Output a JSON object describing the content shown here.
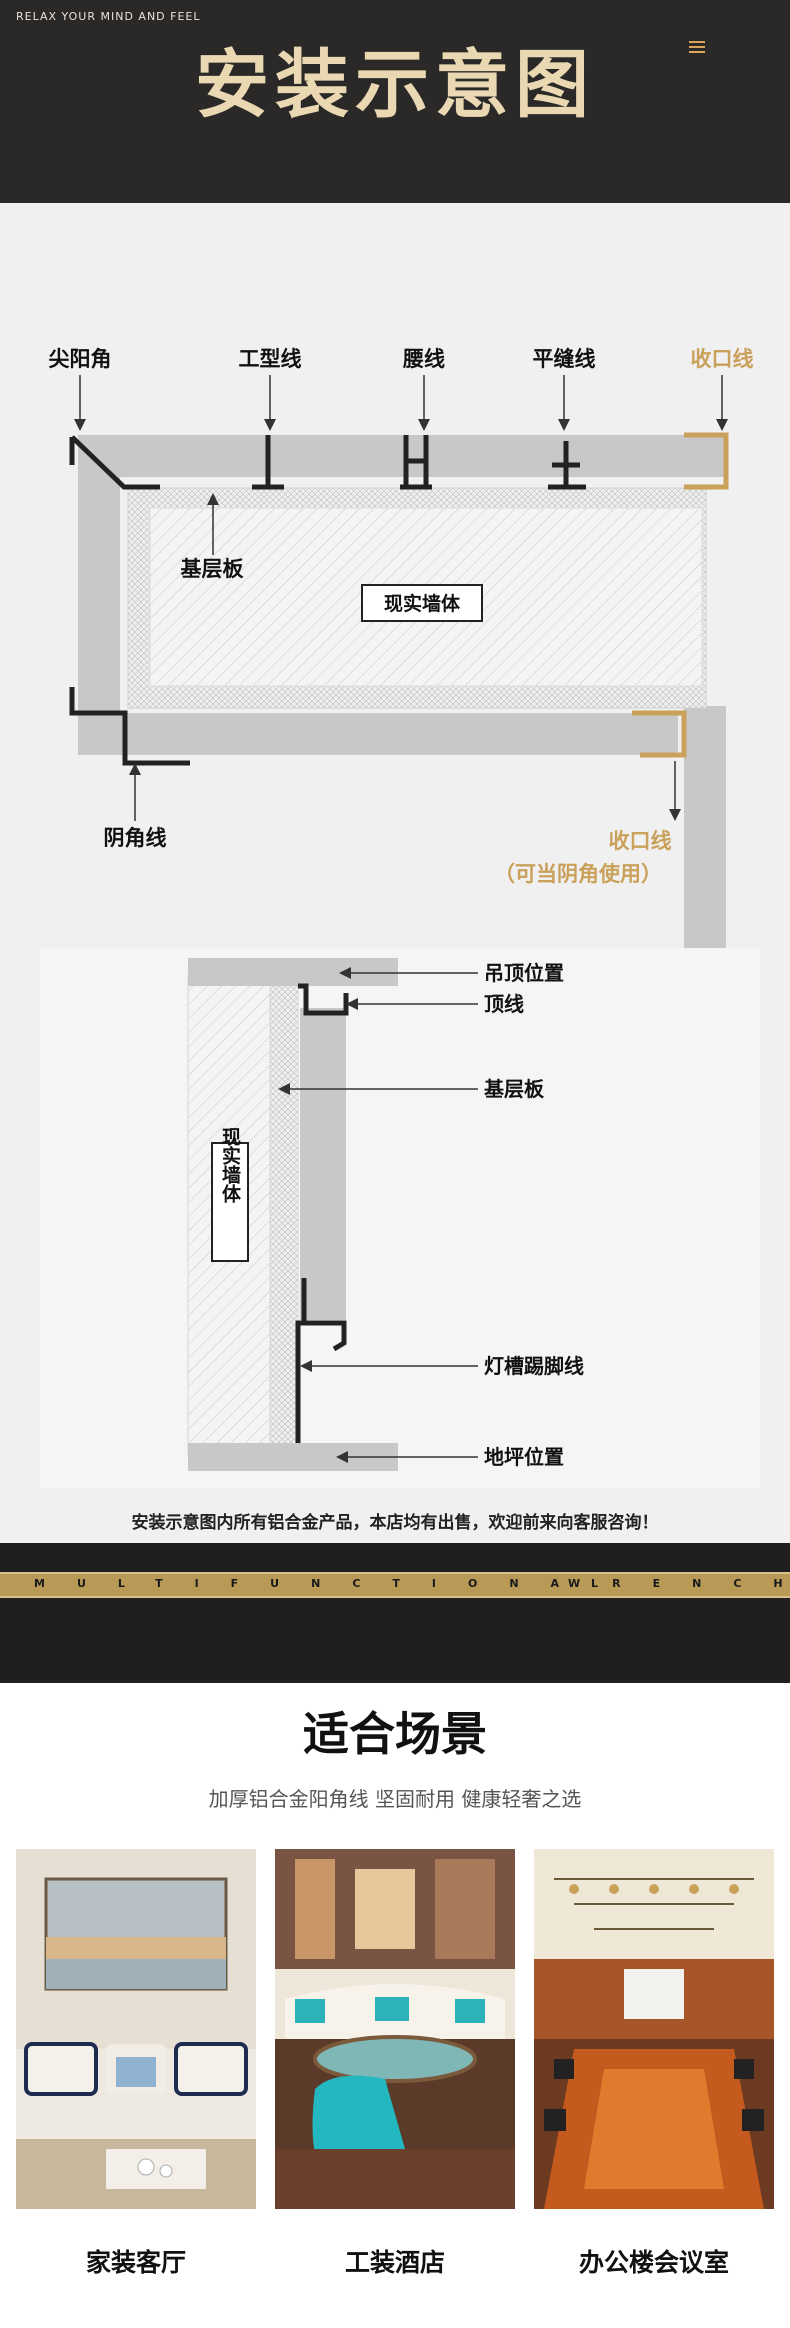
{
  "header": {
    "tagline": "RELAX YOUR MIND AND FEEL",
    "title": "安装示意图"
  },
  "diagram_top": {
    "labels": {
      "sharp_corner": "尖阳角",
      "i_profile": "工型线",
      "waist": "腰线",
      "flat_seam": "平缝线",
      "closing_right": "收口线",
      "base_board": "基层板",
      "wall": "现实墙体",
      "inner_corner": "阴角线",
      "closing_bottom": "收口线",
      "closing_note": "（可当阴角使用）"
    },
    "accent_color": "#c9a15b"
  },
  "diagram_side": {
    "labels": {
      "ceiling": "吊顶位置",
      "top_line": "顶线",
      "base_board": "基层板",
      "wall": "现实墙体",
      "skirting": "灯槽踢脚线",
      "floor": "地坪位置"
    }
  },
  "note": "安装示意图内所有铝合金产品，本店均有出售，欢迎前来向客服咨询！",
  "banner": {
    "word1": "MULTIFUNCTIONAL",
    "word2": "WRENCH"
  },
  "scenes": {
    "title": "适合场景",
    "subtitle": "加厚铝合金阳角线 坚固耐用 健康轻奢之选",
    "items": [
      {
        "label": "家装客厅"
      },
      {
        "label": "工装酒店"
      },
      {
        "label": "办公楼会议室"
      }
    ]
  }
}
